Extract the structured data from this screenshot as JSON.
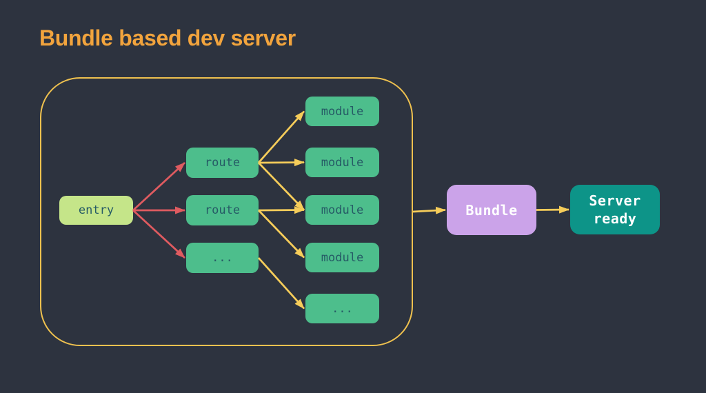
{
  "title": "Bundle based dev server",
  "colors": {
    "background": "#2d333f",
    "title": "#f2a43d",
    "container_border": "#f0c24f",
    "entry_bg": "#c5e589",
    "node_bg": "#4dbe8c",
    "node_text": "#265b66",
    "bundle_bg": "#cba3e9",
    "server_bg": "#0d9488",
    "light_text": "#ffffff",
    "edge_red": "#df5b60",
    "edge_yellow": "#f6cd5a"
  },
  "diagram": {
    "nodes": [
      {
        "id": "entry",
        "label": "entry",
        "type": "entry"
      },
      {
        "id": "route-0",
        "label": "route",
        "type": "route"
      },
      {
        "id": "route-1",
        "label": "route",
        "type": "route"
      },
      {
        "id": "route-2",
        "label": "...",
        "type": "route"
      },
      {
        "id": "module-0",
        "label": "module",
        "type": "module"
      },
      {
        "id": "module-1",
        "label": "module",
        "type": "module"
      },
      {
        "id": "module-2",
        "label": "module",
        "type": "module"
      },
      {
        "id": "module-3",
        "label": "module",
        "type": "module"
      },
      {
        "id": "module-4",
        "label": "...",
        "type": "module"
      },
      {
        "id": "bundle",
        "label": "Bundle",
        "type": "bundle"
      },
      {
        "id": "server",
        "label": "Server ready",
        "type": "server"
      }
    ],
    "edges": [
      {
        "from": "entry",
        "to": "route-0",
        "color": "red"
      },
      {
        "from": "entry",
        "to": "route-1",
        "color": "red"
      },
      {
        "from": "entry",
        "to": "route-2",
        "color": "red"
      },
      {
        "from": "route-0",
        "to": "module-0",
        "color": "yellow"
      },
      {
        "from": "route-0",
        "to": "module-1",
        "color": "yellow"
      },
      {
        "from": "route-0",
        "to": "module-2",
        "color": "yellow"
      },
      {
        "from": "route-1",
        "to": "module-2",
        "color": "yellow"
      },
      {
        "from": "route-1",
        "to": "module-3",
        "color": "yellow"
      },
      {
        "from": "route-2",
        "to": "module-4",
        "color": "yellow"
      },
      {
        "from": "container",
        "to": "bundle",
        "color": "yellow"
      },
      {
        "from": "bundle",
        "to": "server",
        "color": "yellow"
      }
    ]
  }
}
